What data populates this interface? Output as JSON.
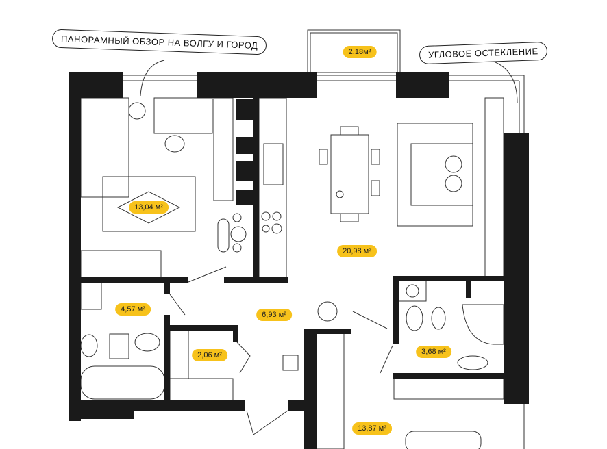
{
  "callouts": {
    "panorama": "ПАНОРАМНЫЙ ОБЗОР НА ВОЛГУ И ГОРОД",
    "corner_glazing": "УГЛОВОЕ ОСТЕКЛЕНИЕ"
  },
  "rooms": {
    "balcony": "2,18м²",
    "bedroom": "13,04 м²",
    "living_kitchen": "20,98 м²",
    "bathroom": "4,57 м²",
    "hall": "6,93 м²",
    "closet": "2,06 м²",
    "wc": "3,68 м²",
    "bedroom2": "13,87 м²"
  },
  "colors": {
    "wall": "#1a1a1a",
    "label": "#f7c21b"
  }
}
